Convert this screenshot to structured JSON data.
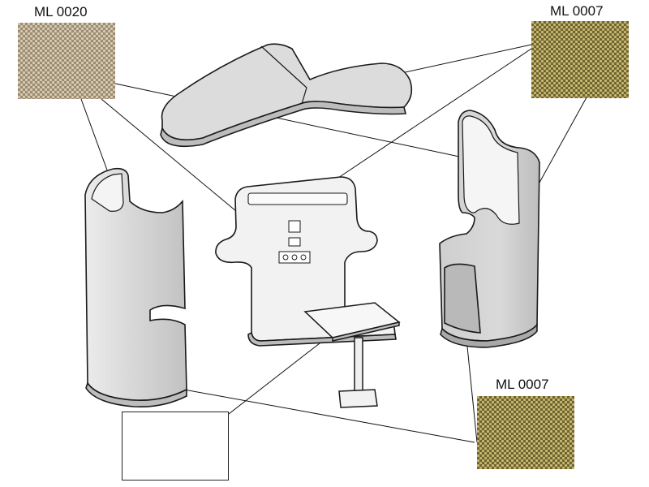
{
  "labels": {
    "top_left": "ML 0020",
    "top_right": "ML 0007",
    "bottom_right": "ML 0007"
  },
  "colors": {
    "panel_fill": "#d8d8d8",
    "panel_light": "#efefef",
    "outline": "#1a1a1a",
    "fabric_beige": "#b4a48c",
    "fabric_olive": "#a49451"
  }
}
